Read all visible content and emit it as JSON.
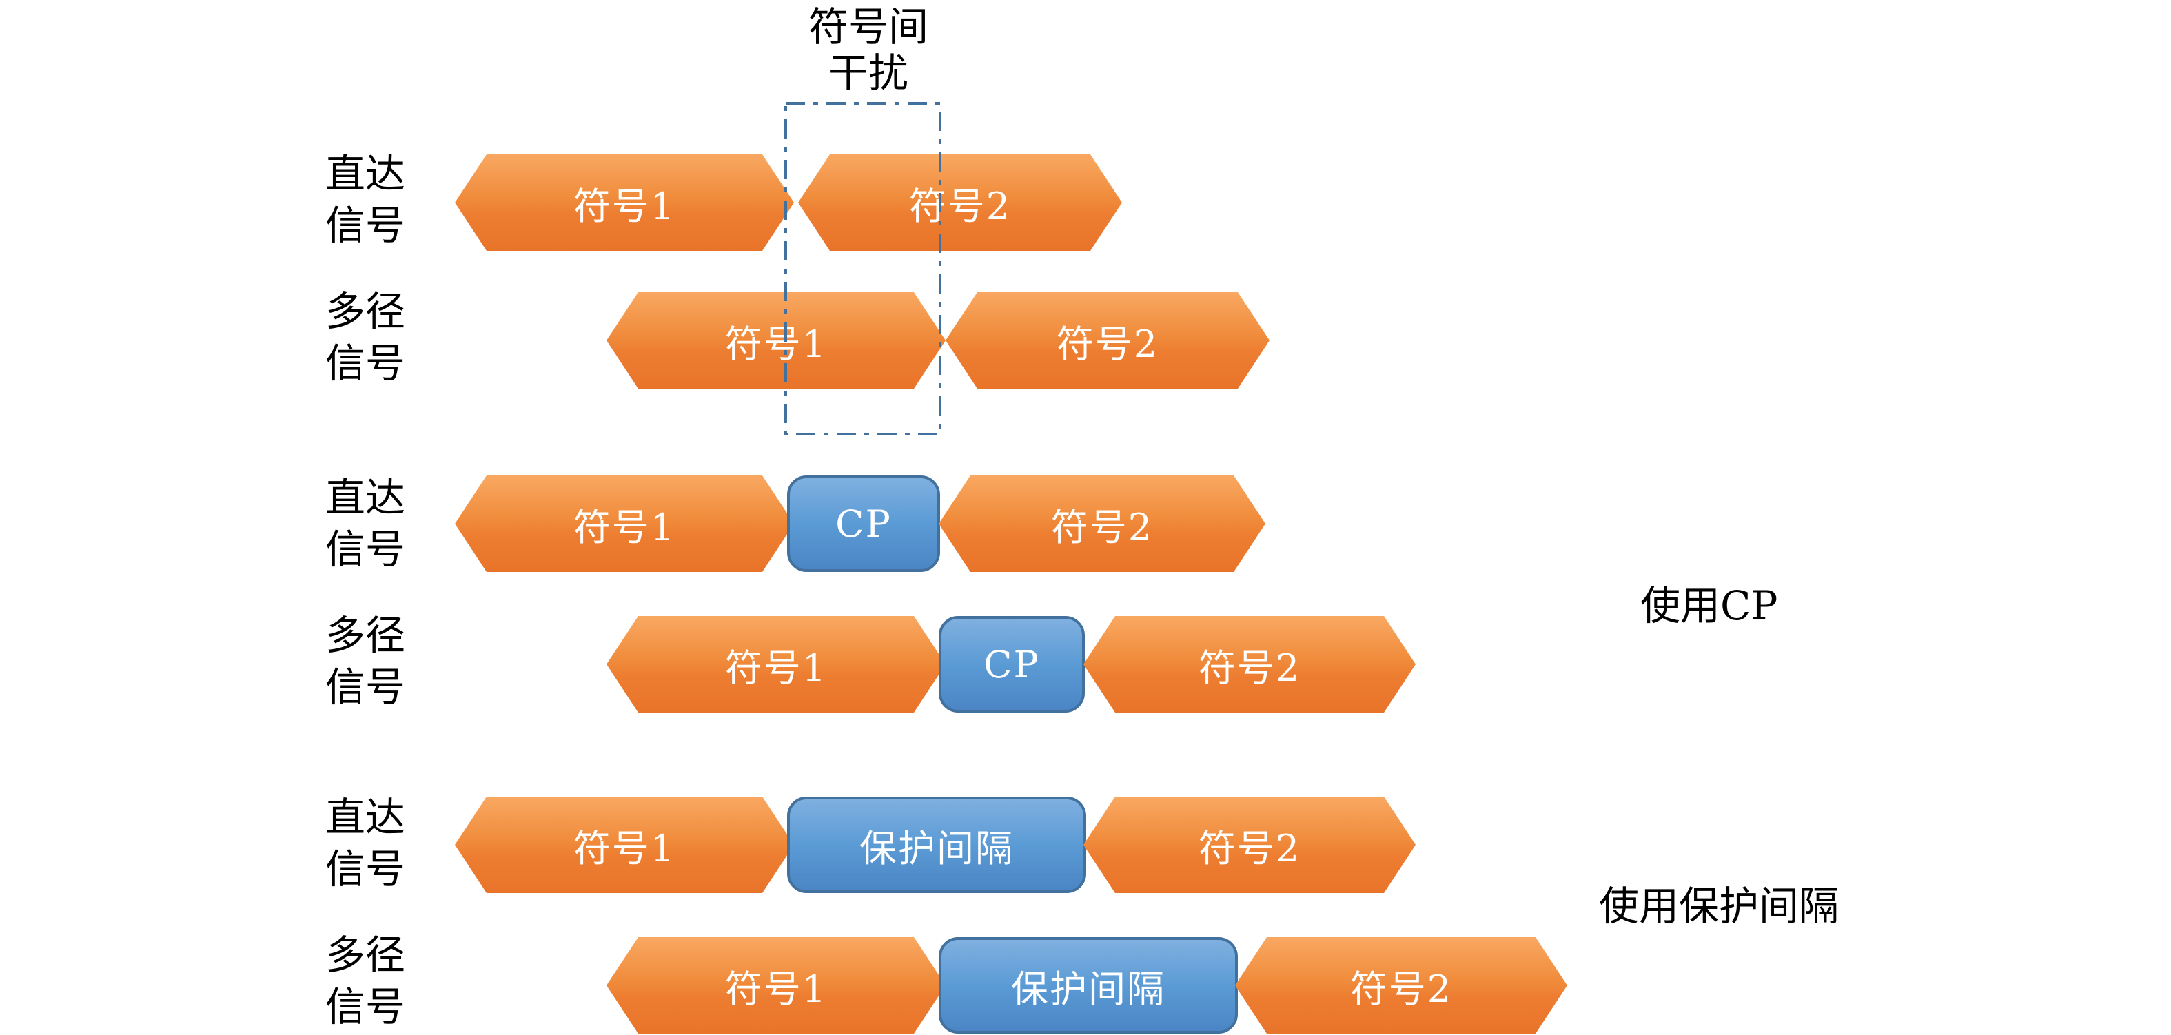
{
  "isi_label": {
    "line1": "符号间",
    "line2": "干扰"
  },
  "side_notes": {
    "cp": "使用CP",
    "guard": "使用保护间隔"
  },
  "rows": [
    {
      "label_line1": "直达",
      "label_line2": "信号",
      "blocks": [
        {
          "type": "symbol",
          "text": "符号1"
        },
        {
          "type": "symbol",
          "text": "符号2"
        }
      ]
    },
    {
      "label_line1": "多径",
      "label_line2": "信号",
      "blocks": [
        {
          "type": "symbol",
          "text": "符号1"
        },
        {
          "type": "symbol",
          "text": "符号2"
        }
      ]
    },
    {
      "label_line1": "直达",
      "label_line2": "信号",
      "blocks": [
        {
          "type": "symbol",
          "text": "符号1"
        },
        {
          "type": "cp",
          "text": "CP"
        },
        {
          "type": "symbol",
          "text": "符号2"
        }
      ]
    },
    {
      "label_line1": "多径",
      "label_line2": "信号",
      "blocks": [
        {
          "type": "symbol",
          "text": "符号1"
        },
        {
          "type": "cp",
          "text": "CP"
        },
        {
          "type": "symbol",
          "text": "符号2"
        }
      ]
    },
    {
      "label_line1": "直达",
      "label_line2": "信号",
      "blocks": [
        {
          "type": "symbol",
          "text": "符号1"
        },
        {
          "type": "guard",
          "text": "保护间隔"
        },
        {
          "type": "symbol",
          "text": "符号2"
        }
      ]
    },
    {
      "label_line1": "多径",
      "label_line2": "信号",
      "blocks": [
        {
          "type": "symbol",
          "text": "符号1"
        },
        {
          "type": "guard",
          "text": "保护间隔"
        },
        {
          "type": "symbol",
          "text": "符号2"
        }
      ]
    }
  ],
  "colors": {
    "symbol_orange": "#ED7D31",
    "block_blue": "#5B9BD5",
    "block_blue_border": "#41719C",
    "dashdot_border": "#41719C",
    "shape_text": "#FFFFFF",
    "label_text": "#000000"
  }
}
